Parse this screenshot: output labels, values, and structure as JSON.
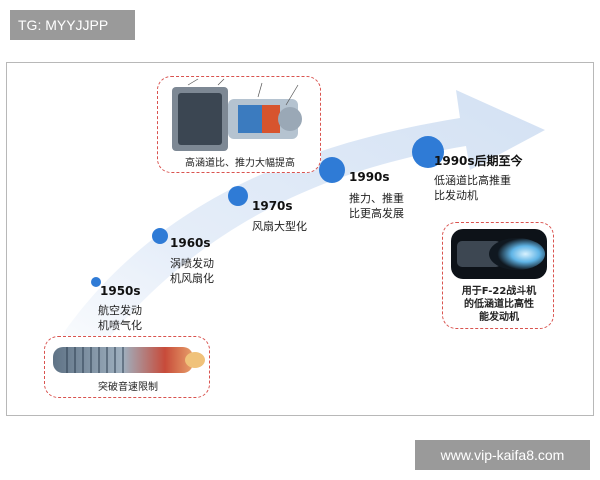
{
  "watermark": {
    "tag": "TG: MYYJJPP",
    "url": "www.vip-kaifa8.com"
  },
  "milestones": [
    {
      "era": "1950s",
      "caption_lines": [
        "航空发动",
        "机喷气化"
      ]
    },
    {
      "era": "1960s",
      "caption_lines": [
        "涡喷发动",
        "机风扇化"
      ]
    },
    {
      "era": "1970s",
      "caption_lines": [
        "风扇大型化"
      ]
    },
    {
      "era": "1990s",
      "caption_lines": [
        "推力、推重",
        "比更高发展"
      ]
    },
    {
      "era": "1990s后期至今",
      "caption_lines": [
        "低涵道比高推重",
        "比发动机"
      ]
    }
  ],
  "image_boxes": {
    "early_engine": {
      "caption": "突破音速限制"
    },
    "turbofan": {
      "caption": "高涵道比、推力大幅提高"
    },
    "f22_engine": {
      "caption_lines": [
        "用于F-22战斗机",
        "的低涵道比高性",
        "能发动机"
      ]
    }
  },
  "colors": {
    "arrow_fill": "#dbe7f5",
    "node_fill": "#2f7bd6",
    "dash_border": "#d9534f"
  }
}
